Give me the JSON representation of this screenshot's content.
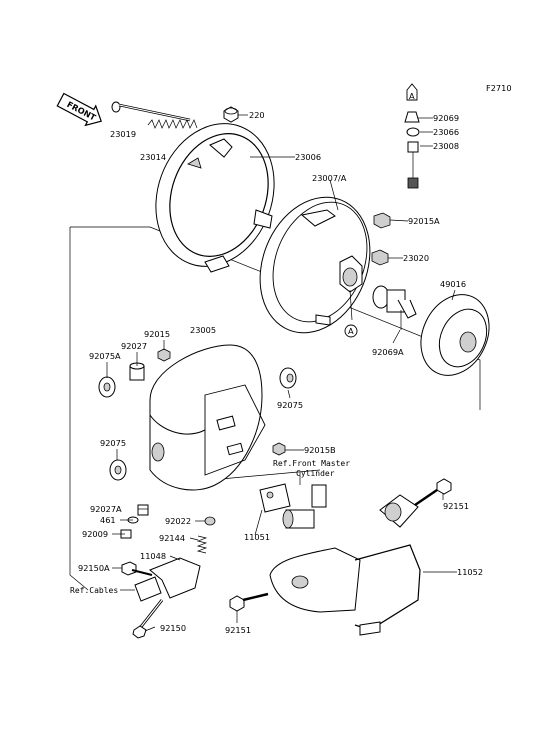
{
  "figure_code": "F2710",
  "front_arrow_label": "FRONT",
  "callout_letter": "A",
  "labels": [
    {
      "id": "p220",
      "text": "220"
    },
    {
      "id": "p23019",
      "text": "23019"
    },
    {
      "id": "p23014",
      "text": "23014"
    },
    {
      "id": "p23006",
      "text": "23006"
    },
    {
      "id": "p23007a",
      "text": "23007/A"
    },
    {
      "id": "p92015a",
      "text": "92015A"
    },
    {
      "id": "p23020",
      "text": "23020"
    },
    {
      "id": "p92069",
      "text": "92069"
    },
    {
      "id": "p23066",
      "text": "23066"
    },
    {
      "id": "p23008",
      "text": "23008"
    },
    {
      "id": "p49016",
      "text": "49016"
    },
    {
      "id": "p92069a",
      "text": "92069A"
    },
    {
      "id": "p92015",
      "text": "92015"
    },
    {
      "id": "p23005",
      "text": "23005"
    },
    {
      "id": "p92027",
      "text": "92027"
    },
    {
      "id": "p92075a",
      "text": "92075A"
    },
    {
      "id": "p92075r",
      "text": "92075"
    },
    {
      "id": "p92075l",
      "text": "92075"
    },
    {
      "id": "p92015b",
      "text": "92015B"
    },
    {
      "id": "refFront1",
      "text": "Ref.Front Master"
    },
    {
      "id": "refFront2",
      "text": "Cylinder"
    },
    {
      "id": "p92027a",
      "text": "92027A"
    },
    {
      "id": "p461",
      "text": "461"
    },
    {
      "id": "p92009",
      "text": "92009"
    },
    {
      "id": "p92022",
      "text": "92022"
    },
    {
      "id": "p92144",
      "text": "92144"
    },
    {
      "id": "p11048",
      "text": "11048"
    },
    {
      "id": "p11051",
      "text": "11051"
    },
    {
      "id": "p92150a",
      "text": "92150A"
    },
    {
      "id": "refCables",
      "text": "Ref.Cables"
    },
    {
      "id": "p92150",
      "text": "92150"
    },
    {
      "id": "p92151r",
      "text": "92151"
    },
    {
      "id": "p92151b",
      "text": "92151"
    },
    {
      "id": "p11052",
      "text": "11052"
    }
  ]
}
